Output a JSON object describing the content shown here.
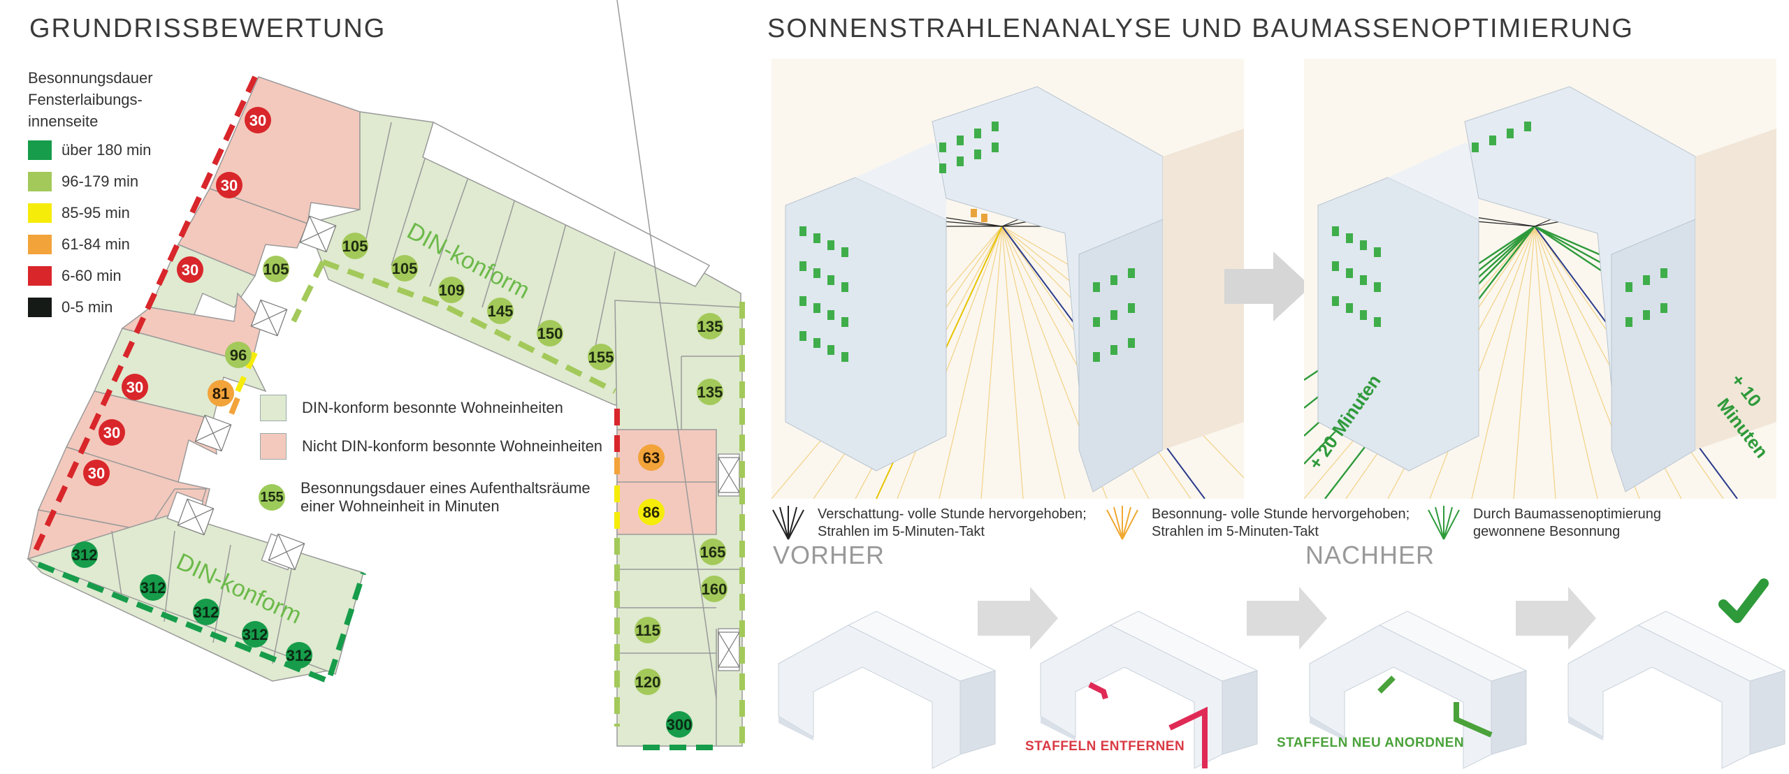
{
  "titles": {
    "left": "GRUNDRISSBEWERTUNG",
    "right": "SONNENSTRAHLENANALYSE UND BAUMASSENOPTIMIERUNG"
  },
  "legend": {
    "heading_lines": [
      "Besonnungsdauer",
      "Fensterlaibungs-",
      "innenseite"
    ],
    "items": [
      {
        "label": "über 180 min",
        "color": "#169c4a"
      },
      {
        "label": "96-179 min",
        "color": "#a3c95a"
      },
      {
        "label": "85-95 min",
        "color": "#f6ec0a"
      },
      {
        "label": "61-84 min",
        "color": "#f2a33a"
      },
      {
        "label": "6-60 min",
        "color": "#d8262b"
      },
      {
        "label": "0-5 min",
        "color": "#151a17"
      }
    ]
  },
  "plan_labels": {
    "din_upper": "DIN-konform",
    "din_lower": "DIN-konform"
  },
  "plan_values": {
    "west_red": [
      "30",
      "30",
      "30",
      "30",
      "30",
      "30"
    ],
    "inner_green": [
      "105",
      "96"
    ],
    "inner_orange": "81",
    "north": [
      "105",
      "105",
      "109",
      "145",
      "150",
      "155"
    ],
    "east": [
      "135",
      "135",
      "165",
      "160",
      "115",
      "120",
      "300"
    ],
    "east_orange": "63",
    "east_yellow": "86",
    "south": [
      "312",
      "312",
      "312",
      "312",
      "312"
    ]
  },
  "plan_key": {
    "din_ok": "DIN-konform besonnte Wohneinheiten",
    "din_not": "Nicht DIN-konform besonnte Wohneinheiten",
    "dot_value": "155",
    "dot_text_lines": [
      "Besonnungsdauer eines Aufenthaltsräume",
      "einer Wohneinheit in Minuten"
    ]
  },
  "ray_legend": {
    "shade": [
      "Verschattung- volle Stunde hervorgehoben;",
      "Strahlen im 5-Minuten-Takt"
    ],
    "sun": [
      "Besonnung- volle Stunde hervorgehoben;",
      "Strahlen im 5-Minuten-Takt"
    ],
    "gained": [
      "Durch Baumassenoptimierung",
      "gewonnene Besonnung"
    ]
  },
  "render_labels": {
    "plus20": "+ 20 Minuten",
    "plus10_a": "+ 10",
    "plus10_b": "Minuten"
  },
  "phases": {
    "before": "VORHER",
    "after": "NACHHER"
  },
  "steps": {
    "remove": "STAFFELN ENTFERNEN",
    "rearrange": "STAFFELN NEU ANORDNEN"
  },
  "colors": {
    "din_ok_fill": "#dfead0",
    "din_not_fill": "#f3c9bd",
    "remove_label": "#d93a44",
    "rearrange_label": "#4aa23a",
    "check": "#2e9a3a"
  }
}
